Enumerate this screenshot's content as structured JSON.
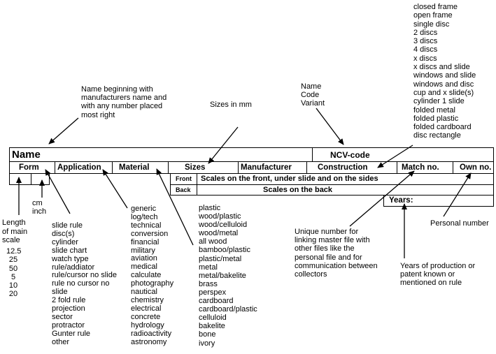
{
  "annotations": {
    "name_note": "Name beginning with\nmanufacturers name and\nwith any number placed\nmost right",
    "sizes_note": "Sizes in mm",
    "ncv_note": "Name\nCode\nVariant",
    "length_note": "Length\nof main\nscale",
    "units_note": "cm\ninch",
    "master_note": "Unique number for\nlinking master file with\nother files like the\npersonal file and for\ncommunication between\ncollectors",
    "years_note": "Years of production or\npatent known or\nmentioned on rule",
    "personal_note": "Personal number"
  },
  "table": {
    "name": "Name",
    "ncv_code": "NCV-code",
    "form": "Form",
    "application": "Application",
    "material": "Material",
    "sizes": "Sizes",
    "manufacturer": "Manufacturer",
    "construction": "Construction",
    "match_no": "Match no.",
    "own_no": "Own no.",
    "front": "Front",
    "front_desc": "Scales on the front, under slide and on the sides",
    "back": "Back",
    "back_desc": "Scales on the back",
    "years": "Years:"
  },
  "lists": {
    "scale_lengths": [
      "12.5",
      "25",
      "50",
      "5",
      "10",
      "20"
    ],
    "forms": [
      "slide rule",
      "disc(s)",
      "cylinder",
      "slide chart",
      "watch type",
      "rule/addiator",
      "rule/cursor no slide",
      "rule no cursor no",
      "slide",
      "2 fold rule",
      "projection",
      "sector",
      "protractor",
      "Gunter rule",
      "other"
    ],
    "applications": [
      "generic",
      "log/tech",
      "technical",
      "conversion",
      "financial",
      "military",
      "aviation",
      "medical",
      "calculate",
      "photography",
      "nautical",
      "chemistry",
      "electrical",
      "concrete",
      "hydrology",
      "radioactivity",
      "astronomy"
    ],
    "materials": [
      "plastic",
      "wood/plastic",
      "wood/celluloid",
      "wood/metal",
      "all wood",
      "bamboo/plastic",
      "plastic/metal",
      "metal",
      "metal/bakelite",
      "brass",
      "perspex",
      "cardboard",
      "cardboard/plastic",
      "celluloid",
      "bakelite",
      "bone",
      "ivory"
    ],
    "constructions": [
      "closed frame",
      "open frame",
      "single disc",
      "2 discs",
      "3 discs",
      "4 discs",
      "x discs",
      "x discs and slide",
      "windows and slide",
      "windows and disc",
      "cup and x slide(s)",
      "cylinder 1 slide",
      "folded metal",
      "folded plastic",
      "folded cardboard",
      "disc rectangle"
    ]
  }
}
